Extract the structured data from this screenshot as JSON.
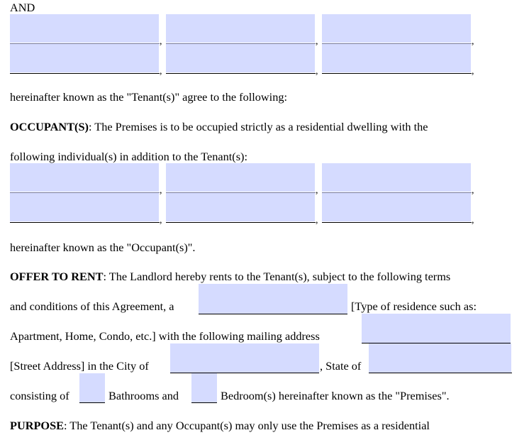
{
  "document": {
    "and_label": "AND",
    "tenant_fields": {
      "rows": [
        [
          {
            "value": ""
          },
          {
            "value": ""
          },
          {
            "value": ""
          }
        ],
        [
          {
            "value": ""
          },
          {
            "value": ""
          },
          {
            "value": ""
          }
        ]
      ],
      "separator": ","
    },
    "tenant_statement": "hereinafter known as the \"Tenant(s)\" agree to the following:",
    "occupants_section": {
      "heading": "OCCUPANT(S)",
      "text_line1": ": The Premises is to be occupied strictly as a residential dwelling with the",
      "text_line2": "following individual(s) in addition to the Tenant(s):"
    },
    "occupant_fields": {
      "rows": [
        [
          {
            "value": ""
          },
          {
            "value": ""
          },
          {
            "value": ""
          }
        ],
        [
          {
            "value": ""
          },
          {
            "value": ""
          },
          {
            "value": ""
          }
        ]
      ],
      "separator": ","
    },
    "occupant_statement": "hereinafter known as the \"Occupant(s)\".",
    "offer_section": {
      "heading": "OFFER TO RENT",
      "line1": ": The Landlord hereby rents to the Tenant(s), subject to the following terms",
      "line2_prefix": "and conditions of this Agreement, a",
      "residence_type_field": {
        "value": ""
      },
      "line2_suffix": "[Type of residence such as:",
      "line3_prefix": "Apartment, Home, Condo, etc.] with the following mailing address",
      "mailing_address_field": {
        "value": ""
      },
      "line4_prefix": "[Street Address] in the City of",
      "city_field": {
        "value": ""
      },
      "line4_mid": ", State of",
      "state_field": {
        "value": ""
      },
      "line5_prefix": "consisting of",
      "bathrooms_field": {
        "value": ""
      },
      "line5_mid": "Bathrooms and",
      "bedrooms_field": {
        "value": ""
      },
      "line5_suffix": "Bedroom(s) hereinafter known as the \"Premises\"."
    },
    "purpose_section": {
      "heading": "PURPOSE",
      "text": ": The Tenant(s) and any Occupant(s) may only use the Premises as a residential"
    }
  },
  "colors": {
    "field_background": "#d5dbff",
    "text": "#000000",
    "underline": "#000000",
    "page_background": "#ffffff"
  }
}
